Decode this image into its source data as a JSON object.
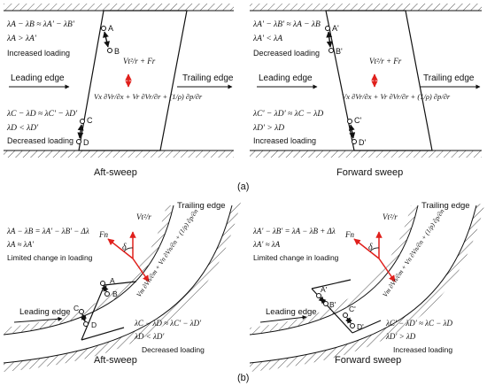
{
  "part_a": {
    "label": "(a)",
    "left": {
      "caption": "Aft-sweep",
      "eq_top1": "λA − λB ≈ λA' − λB'",
      "eq_top2": "λA > λA'",
      "note_top": "Increased loading",
      "eq_bot1": "λC − λD ≈ λC' − λD'",
      "eq_bot2": "λD < λD'",
      "note_bot": "Decreased loading",
      "leading": "Leading edge",
      "trailing": "Trailing edge",
      "points": [
        "A",
        "B",
        "C",
        "D"
      ]
    },
    "right": {
      "caption": "Forward sweep",
      "eq_top1": "λA' − λB' ≈ λA − λB",
      "eq_top2": "λA' < λA",
      "note_top": "Decreased loading",
      "eq_bot1": "λC' − λD' ≈ λC − λD",
      "eq_bot2": "λD' > λD",
      "note_bot": "Increased loading",
      "leading": "Leading edge",
      "trailing": "Trailing edge",
      "points": [
        "A'",
        "B'",
        "C'",
        "D'"
      ]
    },
    "force_top": "Vt²/r + Fr",
    "force_bot": "Vx ∂Vr/∂x + Vr ∂Vr/∂r + (1/ρ) ∂p/∂r"
  },
  "part_b": {
    "label": "(b)",
    "left": {
      "caption": "Aft-sweep",
      "eq1": "λA − λB = λA' − λB' − Δλ",
      "eq2": "λA ≈ λA'",
      "note1": "Limited change in loading",
      "eq3": "λC − λD ≈ λC' − λD'",
      "eq4": "λD < λD'",
      "note2": "Decreased loading",
      "leading": "Leading edge",
      "trailing": "Trailing edge",
      "points": [
        "A",
        "B",
        "C",
        "D"
      ]
    },
    "right": {
      "caption": "Forward sweep",
      "eq1": "λA' − λB' = λA − λB + Δλ",
      "eq2": "λA' ≈ λA",
      "note1": "Limited change in loading",
      "eq3": "λC' − λD' ≈ λC − λD",
      "eq4": "λD' > λD",
      "note2": "Increased loading",
      "leading": "Leading edge",
      "trailing": "Trailing edge",
      "points": [
        "A'",
        "B'",
        "C'",
        "D'"
      ]
    },
    "force_top": "Vt²/r",
    "force_side": "Fn",
    "angle": "δ",
    "force_bot": "Vm ∂Vn/∂m + Vn ∂Vn/∂n + (1/ρ) ∂p/∂n"
  },
  "colors": {
    "arrow": "#e0201c",
    "ink": "#111111"
  }
}
